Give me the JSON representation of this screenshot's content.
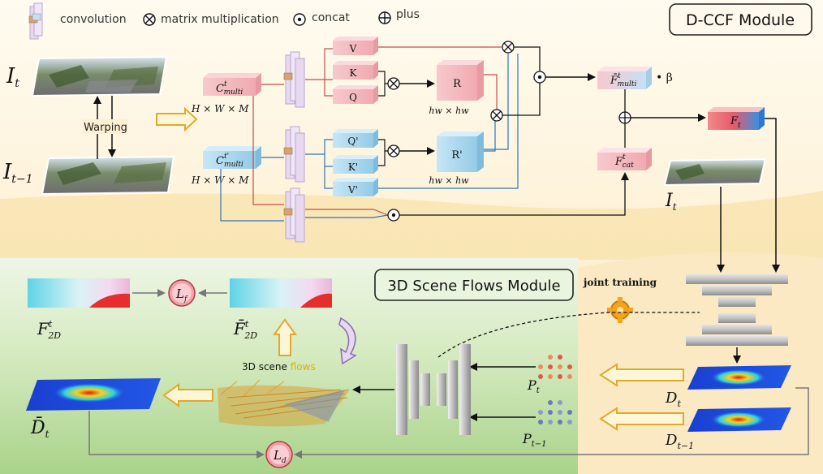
{
  "legend": {
    "convolution": "convolution",
    "matrix_mult": "matrix multiplication",
    "concat": "concat",
    "plus": "plus"
  },
  "dccf": {
    "title": "D-CCF Module",
    "it": "I",
    "it_sub": "t",
    "it1": "I",
    "it1_sub": "t−1",
    "warping": "Warping",
    "cmulti": "C",
    "cmulti_sup": "t",
    "cmulti_sub": "multi",
    "cmulti2": "C",
    "cmulti2_sup": "t'",
    "cmulti2_sub": "multi",
    "dim1": "H × W × M",
    "dim2": "H × W × M",
    "v": "V",
    "k": "K",
    "q": "Q",
    "q2": "Q'",
    "k2": "K'",
    "v2": "V'",
    "r": "R",
    "r2": "R'",
    "hw1": "hw × hw",
    "hw2": "hw × hw",
    "fmulti": "F̄",
    "fmulti_sup": "t",
    "fmulti_sub": "multi",
    "beta": "• β",
    "fcat": "F",
    "fcat_sup": "t",
    "fcat_sub": "cat",
    "ft": "F",
    "ft_sub": "t",
    "it_right": "I",
    "it_right_sub": "t"
  },
  "scene": {
    "title": "3D Scene Flows Module",
    "joint": "joint training",
    "lf": "L",
    "lf_sub": "f",
    "ld": "L",
    "ld_sub": "d",
    "f2d": "F",
    "f2d_sup": "t",
    "f2d_sub": "2D",
    "f2dbar": "F̄",
    "f2dbar_sup": "t",
    "f2dbar_sub": "2D",
    "flows_a": "3D scene ",
    "flows_b": "flows",
    "pt": "P",
    "pt_sub": "t",
    "pt1": "P",
    "pt1_sub": "t−1",
    "dt": "D",
    "dt_sub": "t",
    "dt1": "D",
    "dt1_sub": "t−1",
    "dbar": "D̄",
    "dbar_sub": "t"
  },
  "colors": {
    "pink_block": "#f3b8bd",
    "blue_block": "#a9d8ee",
    "red_line": "#c0504d",
    "blue_line": "#2e75b6",
    "top_bg": "#fdf1d8",
    "bottom_bg": "#d6ebc6"
  }
}
